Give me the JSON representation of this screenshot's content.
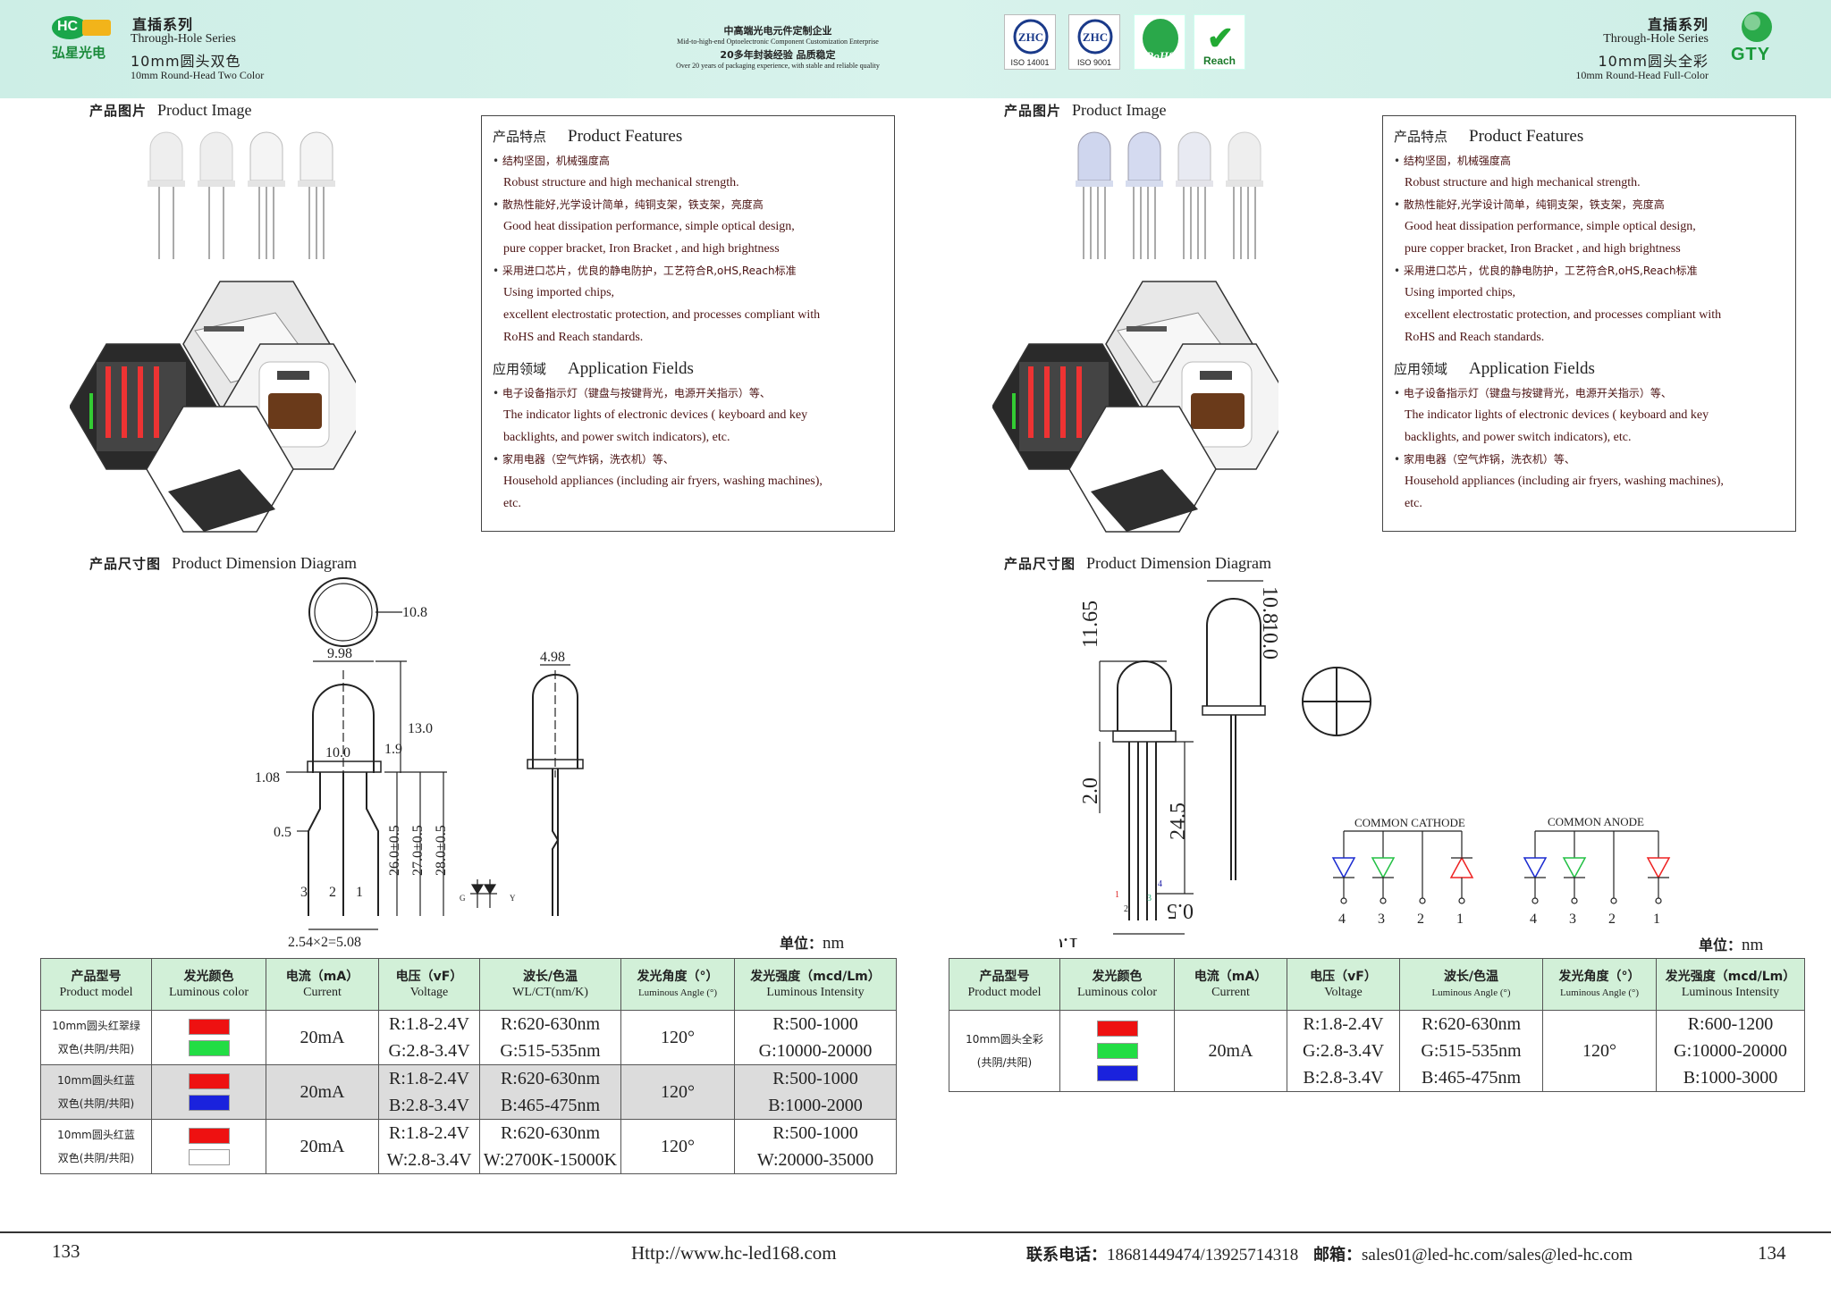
{
  "header": {
    "left": {
      "logo_text": "HC",
      "logo_name": "弘星光电",
      "series_cn": "直插系列",
      "series_en": "Through-Hole Series",
      "product_cn": "10mm圆头双色",
      "product_en": "10mm Round-Head Two Color"
    },
    "center": {
      "line1": "中高端光电元件定制企业",
      "line2": "Mid-to-high-end Optoelectronic Component Customization Enterprise",
      "line3": "20多年封装经验 品质稳定",
      "line4": "Over 20 years of packaging experience, with stable and reliable quality"
    },
    "certs": [
      {
        "mark": "ZHC",
        "label": "ISO 14001"
      },
      {
        "mark": "ZHC",
        "label": "ISO 9001"
      },
      {
        "mark": "RoHS",
        "label": ""
      },
      {
        "mark": "✔",
        "label": "Reach"
      }
    ],
    "right": {
      "series_cn": "直插系列",
      "series_en": "Through-Hole Series",
      "product_cn": "10mm圆头全彩",
      "product_en": "10mm Round-Head Full-Color",
      "logo_text": "GTY"
    }
  },
  "sections": {
    "product_image_cn": "产品图片",
    "product_image_en": "Product Image",
    "dimension_cn": "产品尺寸图",
    "dimension_en": "Product Dimension Diagram"
  },
  "features": {
    "title_cn": "产品特点",
    "title_en": "Product Features",
    "items": [
      {
        "cn": "结构坚固，机械强度高",
        "en": [
          "Robust structure and high mechanical strength."
        ]
      },
      {
        "cn": "散热性能好,光学设计简单，纯铜支架，铁支架，亮度高",
        "en": [
          "Good heat dissipation performance, simple optical design,",
          "pure copper bracket, Iron Bracket , and high brightness"
        ]
      },
      {
        "cn": "采用进口芯片，优良的静电防护，工艺符合R,oHS,Reach标准",
        "en": [
          "Using imported chips,",
          "excellent electrostatic protection, and processes compliant with",
          "RoHS and Reach standards."
        ]
      }
    ]
  },
  "applications": {
    "title_cn": "应用领域",
    "title_en": "Application Fields",
    "items": [
      {
        "cn": "电子设备指示灯（键盘与按键背光，电源开关指示）等、",
        "en": [
          "The indicator lights of electronic devices ( keyboard and key",
          "backlights, and power switch indicators), etc."
        ]
      },
      {
        "cn": "家用电器（空气炸锅，洗衣机）等、",
        "en": [
          "Household appliances (including air fryers, washing machines),",
          "etc."
        ]
      }
    ]
  },
  "left_dim": {
    "d1": "10.8",
    "d2": "9.98",
    "d3": "4.98",
    "d4": "13.0",
    "d5": "10.0",
    "d6": "1.9",
    "d7": "1.08",
    "d8": "0.5",
    "d9": "26.0±0.5",
    "d10": "27.0±0.5",
    "d11": "28.0±0.5",
    "pins": [
      "3",
      "2",
      "1"
    ],
    "pitch": "2.54×2=5.08",
    "g": "G",
    "y": "Y"
  },
  "right_dim": {
    "d1": "11.65",
    "d2": "10.8",
    "d3": "10.0",
    "d4": "2.0",
    "d5": "24.5",
    "d6": "0.5",
    "d7": "1.0",
    "pins": [
      "1",
      "2",
      "3",
      "4"
    ],
    "cathode": "COMMON CATHODE",
    "anode": "COMMON ANODE",
    "cathode_nums": [
      "4",
      "3",
      "2",
      "1"
    ],
    "anode_nums": [
      "4",
      "3",
      "2",
      "1"
    ]
  },
  "unit": {
    "label": "单位：",
    "value": "nm"
  },
  "table_headers": [
    {
      "cn": "产品型号",
      "en": "Product model"
    },
    {
      "cn": "发光颜色",
      "en": "Luminous color"
    },
    {
      "cn": "电流（mA）",
      "en": "Current"
    },
    {
      "cn": "电压（vF）",
      "en": "Voltage"
    },
    {
      "cn": "波长/色温",
      "en": "WL/CT(nm/K)"
    },
    {
      "cn": "发光角度（°）",
      "en": "Luminous Angle (°)"
    },
    {
      "cn": "发光强度（mcd/Lm）",
      "en": "Luminous Intensity"
    }
  ],
  "right_header_wl_en": "Luminous Angle (°)",
  "left_table": [
    {
      "model": [
        "10mm圆头红翠绿",
        "双色(共阴/共阳)"
      ],
      "colors": [
        "#ee1111",
        "#22dd44"
      ],
      "current": "20mA",
      "voltage": [
        "R:1.8-2.4V",
        "G:2.8-3.4V"
      ],
      "wl": [
        "R:620-630nm",
        "G:515-535nm"
      ],
      "angle": "120°",
      "intensity": [
        "R:500-1000",
        "G:10000-20000"
      ]
    },
    {
      "model": [
        "10mm圆头红蓝",
        "双色(共阴/共阳)"
      ],
      "colors": [
        "#ee1111",
        "#1a22dd"
      ],
      "current": "20mA",
      "voltage": [
        "R:1.8-2.4V",
        "B:2.8-3.4V"
      ],
      "wl": [
        "R:620-630nm",
        "B:465-475nm"
      ],
      "angle": "120°",
      "intensity": [
        "R:500-1000",
        "B:1000-2000"
      ]
    },
    {
      "model": [
        "10mm圆头红蓝",
        "双色(共阴/共阳)"
      ],
      "colors": [
        "#ee1111",
        "#ffffff"
      ],
      "current": "20mA",
      "voltage": [
        "R:1.8-2.4V",
        "W:2.8-3.4V"
      ],
      "wl": [
        "R:620-630nm",
        "W:2700K-15000K"
      ],
      "angle": "120°",
      "intensity": [
        "R:500-1000",
        "W:20000-35000"
      ]
    }
  ],
  "right_table": {
    "model": [
      "10mm圆头全彩",
      "(共阴/共阳)"
    ],
    "colors": [
      "#ee1111",
      "#22dd44",
      "#1a22dd"
    ],
    "current": "20mA",
    "voltage": [
      "R:1.8-2.4V",
      "G:2.8-3.4V",
      "B:2.8-3.4V"
    ],
    "wl": [
      "R:620-630nm",
      "G:515-535nm",
      "B:465-475nm"
    ],
    "angle": "120°",
    "intensity": [
      "R:600-1200",
      "G:10000-20000",
      "B:1000-3000"
    ]
  },
  "footer": {
    "page_left": "133",
    "url": "Http://www.hc-led168.com",
    "phone_label": "联系电话：",
    "phone": "18681449474/13925714318",
    "mail_label": "邮箱：",
    "mail": "sales01@led-hc.com/sales@led-hc.com",
    "page_right": "134"
  }
}
